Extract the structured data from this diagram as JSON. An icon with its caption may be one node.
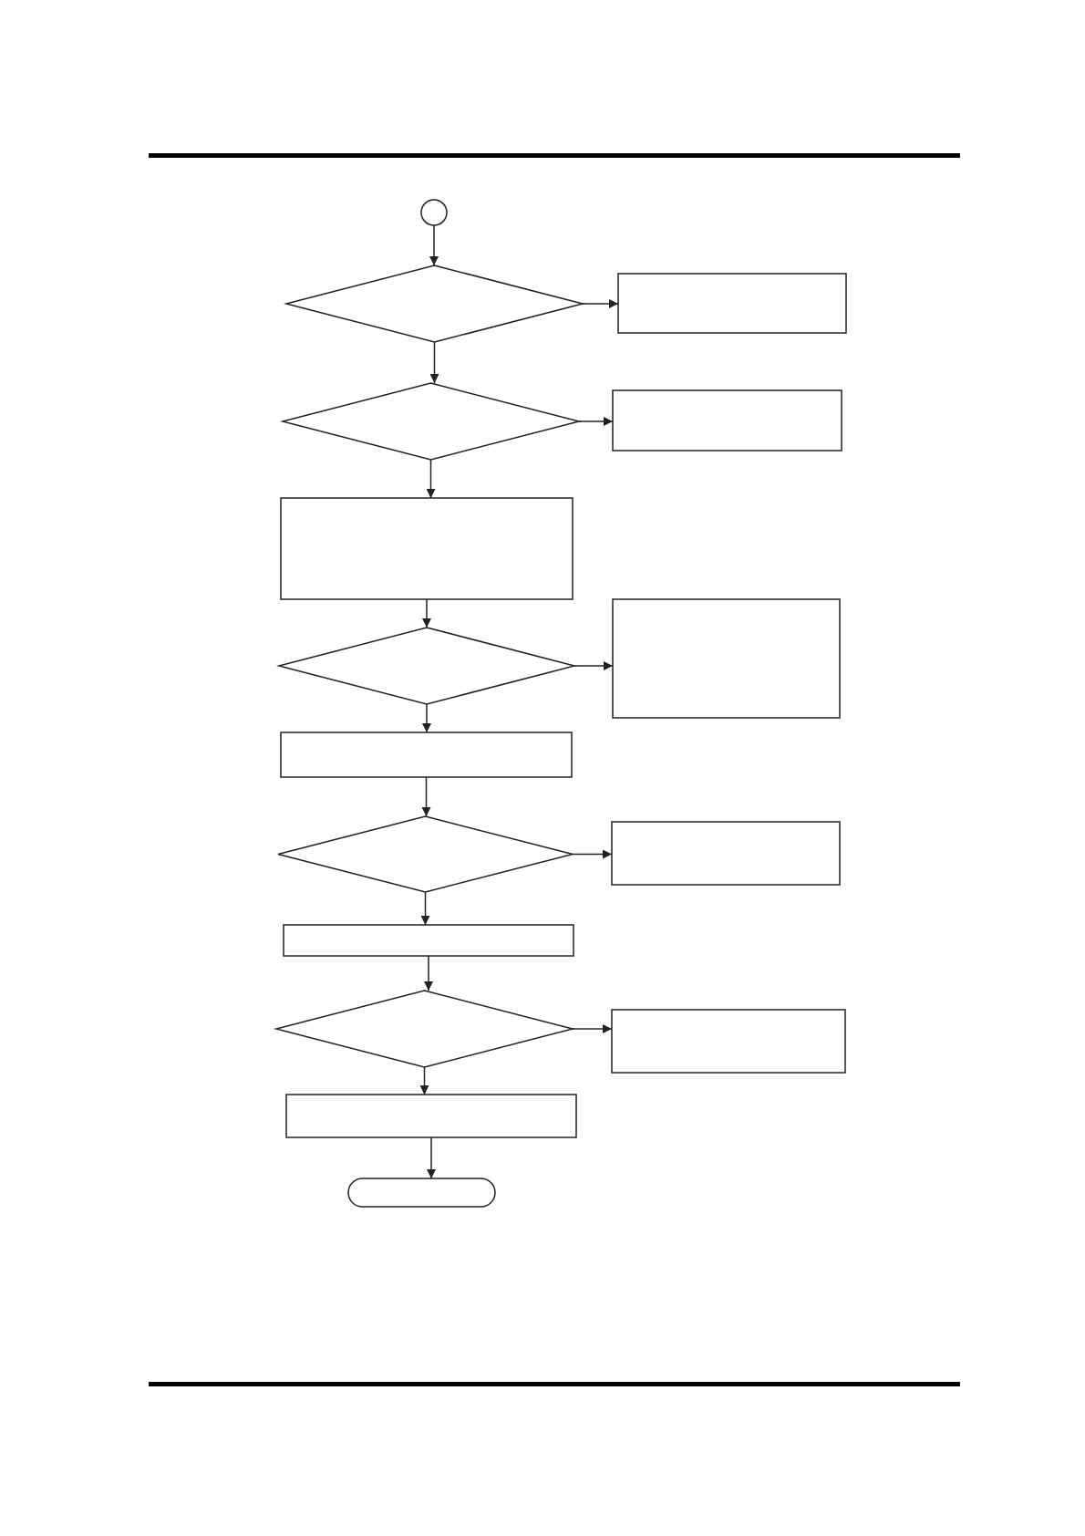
{
  "diagram": {
    "nodes": [
      {
        "text": [],
        "shape": "circle"
      },
      {
        "text": [],
        "shape": "diamond"
      },
      {
        "text": [],
        "shape": "box"
      },
      {
        "text": [],
        "shape": "diamond"
      },
      {
        "text": [],
        "shape": "box"
      },
      {
        "text": [],
        "shape": "box"
      },
      {
        "text": [],
        "shape": "diamond"
      },
      {
        "text": [],
        "shape": "box"
      },
      {
        "text": [],
        "shape": "box"
      },
      {
        "text": [],
        "shape": "diamond"
      },
      {
        "text": [],
        "shape": "box"
      },
      {
        "text": [],
        "shape": "box"
      },
      {
        "text": [],
        "shape": "diamond"
      },
      {
        "text": [],
        "shape": "box"
      },
      {
        "text": [],
        "shape": "box"
      },
      {
        "text": [],
        "shape": "terminal"
      }
    ],
    "edges": [
      {
        "from": 0,
        "to": 1,
        "arrow": "to"
      },
      {
        "from": 1,
        "to": 2,
        "arrow": "to"
      },
      {
        "from": 1,
        "to": 3,
        "arrow": "to"
      },
      {
        "from": 3,
        "to": 4,
        "arrow": "to"
      },
      {
        "from": 3,
        "to": 5,
        "arrow": "to"
      },
      {
        "from": 5,
        "to": 6,
        "arrow": "to"
      },
      {
        "from": 6,
        "to": 7,
        "arrow": "to"
      },
      {
        "from": 6,
        "to": 8,
        "arrow": "to"
      },
      {
        "from": 8,
        "to": 9,
        "arrow": "to"
      },
      {
        "from": 9,
        "to": 10,
        "arrow": "to"
      },
      {
        "from": 9,
        "to": 11,
        "arrow": "to"
      },
      {
        "from": 11,
        "to": 12,
        "arrow": "to"
      },
      {
        "from": 12,
        "to": 13,
        "arrow": "to"
      },
      {
        "from": 12,
        "to": 14,
        "arrow": "to"
      },
      {
        "from": 14,
        "to": 15,
        "arrow": "to"
      }
    ]
  }
}
